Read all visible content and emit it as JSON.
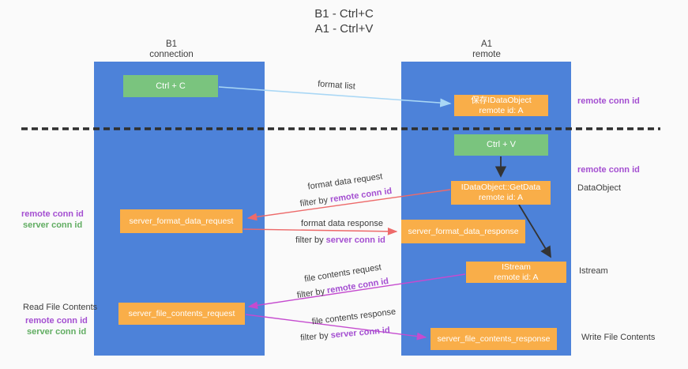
{
  "title": {
    "line1": "B1 - Ctrl+C",
    "line2": "A1 - Ctrl+V"
  },
  "lanes": {
    "left": {
      "name": "B1",
      "subtitle": "connection"
    },
    "right": {
      "name": "A1",
      "subtitle": "remote"
    }
  },
  "nodes": {
    "ctrl_c": {
      "label": "Ctrl + C"
    },
    "ctrl_v": {
      "label": "Ctrl + V"
    },
    "save_idataobject": {
      "line1": "保存IDataObject",
      "line2": "remote id: A"
    },
    "idataobject_getdata": {
      "line1": "IDataObject::GetData",
      "line2": "remote id: A"
    },
    "istream": {
      "line1": "IStream",
      "line2": "remote id: A"
    },
    "server_format_data_request": {
      "label": "server_format_data_request"
    },
    "server_format_data_response": {
      "label": "server_format_data_response"
    },
    "server_file_contents_request": {
      "label": "server_file_contents_request"
    },
    "server_file_contents_response": {
      "label": "server_file_contents_response"
    }
  },
  "edge_labels": {
    "format_list": "format list",
    "format_data_request": "format data request",
    "format_data_response": "format data response",
    "file_contents_request": "file contents request",
    "file_contents_response": "file contents response",
    "filter_by_prefix": "filter by ",
    "remote_conn_id": "remote conn id",
    "server_conn_id": "server conn id"
  },
  "side_labels": {
    "right_remote_conn_id_top": "remote conn id",
    "right_remote_conn_id_mid": "remote conn id",
    "dataobject": "DataObject",
    "istream": "Istream",
    "write_file_contents": "Write File Contents",
    "left_remote_conn_id_top": "remote conn id",
    "left_server_conn_id_top": "server conn id",
    "read_file_contents": "Read File Contents",
    "left_remote_conn_id_bottom": "remote conn id",
    "left_server_conn_id_bottom": "server conn id"
  },
  "colors": {
    "lane_blue": "#4d82d9",
    "node_green": "#7ac47e",
    "node_orange": "#f9ae49",
    "arrow_blue": "#a9d7f5",
    "arrow_red": "#ed6a6a",
    "arrow_magenta": "#c54bcf",
    "arrow_black": "#333333",
    "text_purple": "#a44fd1",
    "text_green": "#61ad62",
    "background": "#fafafa"
  }
}
